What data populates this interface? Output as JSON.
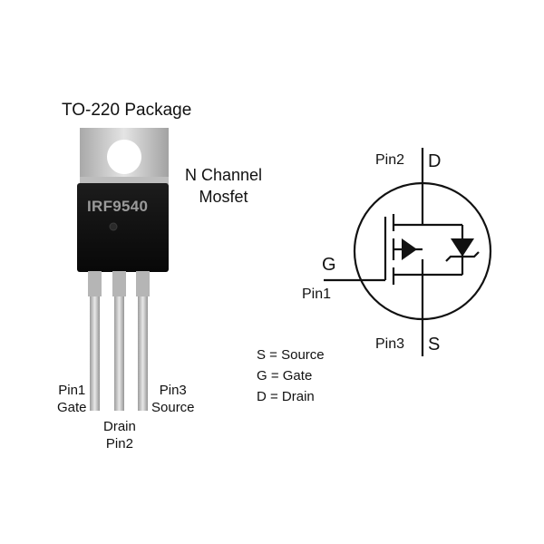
{
  "package": {
    "title": "TO-220 Package",
    "part_number": "IRF9540",
    "type_line1": "N Channel",
    "type_line2": "Mosfet"
  },
  "pins": {
    "pin1_line1": "Pin1",
    "pin1_line2": "Gate",
    "pin2_line1": "Drain",
    "pin2_line2": "Pin2",
    "pin3_line1": "Pin3",
    "pin3_line2": "Source"
  },
  "symbol": {
    "drain_pin": "Pin2",
    "drain_letter": "D",
    "gate_letter": "G",
    "gate_pin": "Pin1",
    "source_pin": "Pin3",
    "source_letter": "S"
  },
  "legend": [
    "S = Source",
    "G = Gate",
    "D = Drain"
  ]
}
